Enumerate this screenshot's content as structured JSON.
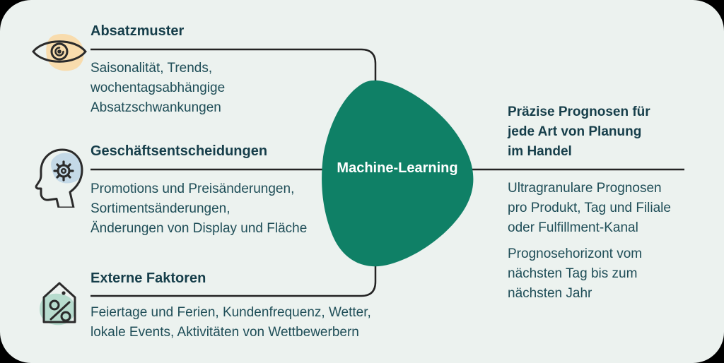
{
  "colors": {
    "bg": "#ECF2EF",
    "outer": "#000000",
    "heading": "#163E4A",
    "body": "#1E4D57",
    "line": "#232323",
    "green": "#0F8066",
    "center_label": "#FFFFFF",
    "peach": "#F8DCAD",
    "blue": "#C4D9E7",
    "mint": "#B7DCCE",
    "icon_stroke": "#2B2B2B"
  },
  "center": {
    "label": "Machine-Learning"
  },
  "inputs": [
    {
      "icon": "eye-icon",
      "title": "Absatzmuster",
      "lines": [
        "Saisonalität, Trends,",
        "wochentagsabhängige",
        "Absatzschwankungen"
      ]
    },
    {
      "icon": "head-gear-icon",
      "title": "Geschäftsentscheidungen",
      "lines": [
        "Promotions und Preisänderungen,",
        "Sortimentsänderungen,",
        "Änderungen von Display und Fläche"
      ]
    },
    {
      "icon": "price-tag-percent-icon",
      "title": "Externe Faktoren",
      "lines": [
        "Feiertage und Ferien, Kundenfrequenz, Wetter,",
        "lokale Events, Aktivitäten von Wettbewerbern"
      ]
    }
  ],
  "output": {
    "title_lines": [
      "Präzise Prognosen für",
      "jede Art von Planung",
      "im Handel"
    ],
    "paragraph1_lines": [
      "Ultragranulare Prognosen",
      "pro Produkt, Tag und Filiale",
      "oder Fulfillment-Kanal"
    ],
    "paragraph2_lines": [
      "Prognosehorizont vom",
      "nächsten Tag bis zum",
      "nächsten Jahr"
    ]
  }
}
